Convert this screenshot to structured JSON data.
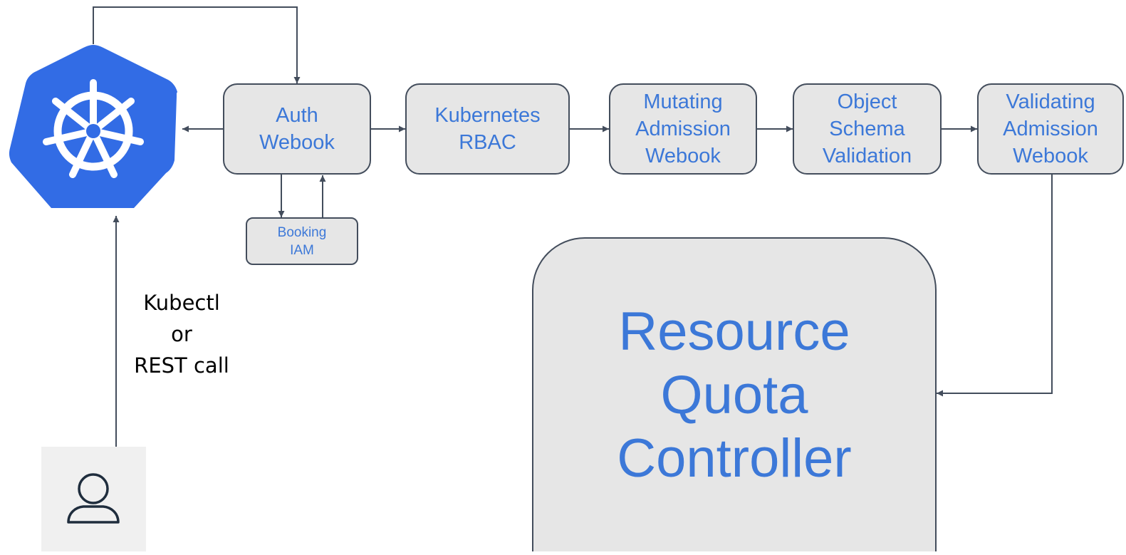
{
  "colors": {
    "box_fill": "#e6e6e6",
    "box_border": "#434d5c",
    "box_text": "#3c78d8",
    "connector": "#434d5c",
    "logo_blue": "#326ce5",
    "user_tile": "#f0f0f0"
  },
  "icons": {
    "logo": "kubernetes-helm-wheel-icon",
    "user": "user-outline-icon"
  },
  "diagram": {
    "pipeline": [
      {
        "id": "auth_webhook",
        "label": "Auth\nWebook"
      },
      {
        "id": "kubernetes_rbac",
        "label": "Kubernetes\nRBAC"
      },
      {
        "id": "mutating_admission",
        "label": "Mutating\nAdmission\nWebook"
      },
      {
        "id": "object_schema",
        "label": "Object\nSchema\nValidation"
      },
      {
        "id": "validating_admission",
        "label": "Validating\nAdmission\nWebook"
      }
    ],
    "side_service": {
      "id": "booking_iam",
      "label": "Booking\nIAM"
    },
    "controller": {
      "id": "resource_quota",
      "label": "Resource\nQuota\nController"
    },
    "user_to_cluster_label": "Kubectl\nor\nREST call"
  }
}
